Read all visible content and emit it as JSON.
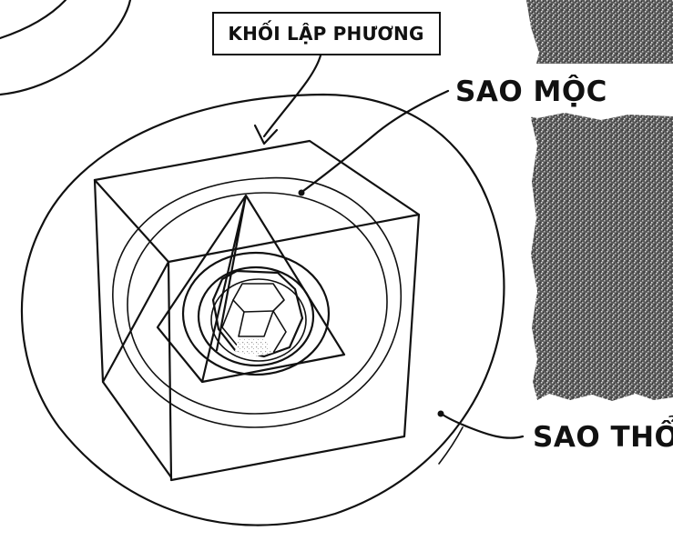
{
  "labels": {
    "cube": "KHỐI LẬP PHƯƠNG",
    "jupiter": "SAO MỘC",
    "saturn": "SAO THỔ"
  },
  "colors": {
    "ink": "#111111",
    "paper": "#ffffff",
    "texture": "#6f6f6f"
  }
}
